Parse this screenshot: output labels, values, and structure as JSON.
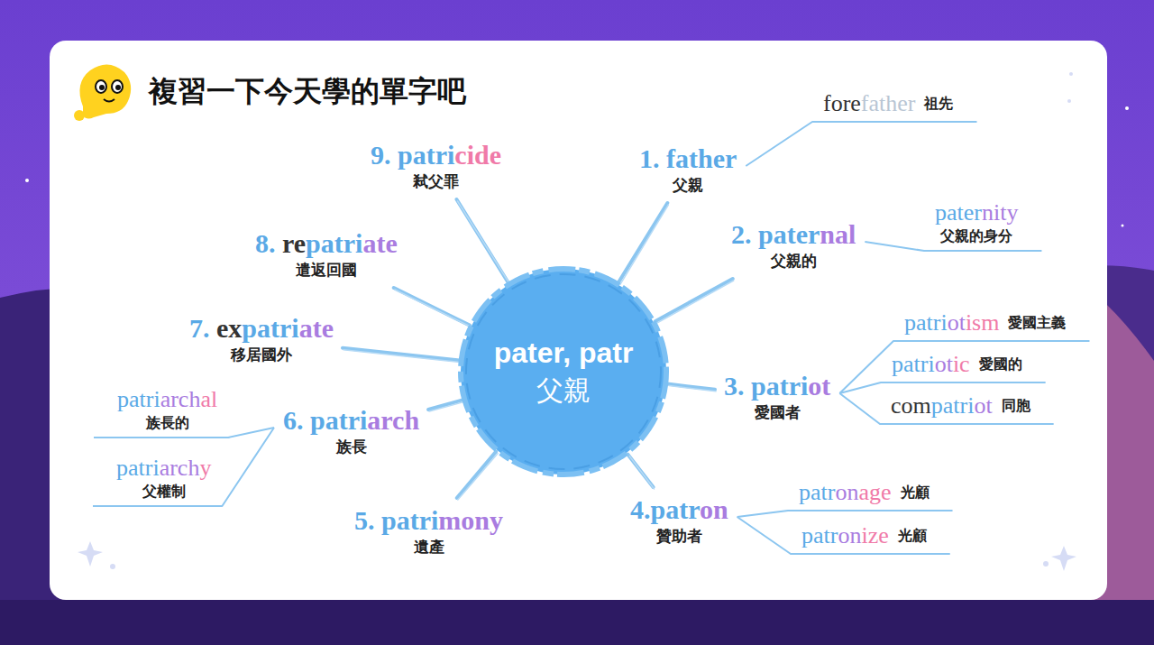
{
  "diagram": {
    "title": "複習一下今天學的單字吧",
    "nodes": [
      {
        "text": [
          "pater, patr",
          "父親"
        ]
      },
      {
        "text": [
          "1. father",
          "父親"
        ]
      },
      {
        "text": [
          "forefather",
          "祖先"
        ]
      },
      {
        "text": [
          "2. paternal",
          "父親的"
        ]
      },
      {
        "text": [
          "paternity",
          "父親的身分"
        ]
      },
      {
        "text": [
          "3. patriot",
          "愛國者"
        ]
      },
      {
        "text": [
          "patriotism",
          "愛國主義"
        ]
      },
      {
        "text": [
          "patriotic",
          "愛國的"
        ]
      },
      {
        "text": [
          "compatriot",
          "同胞"
        ]
      },
      {
        "text": [
          "4.patron",
          "贊助者"
        ]
      },
      {
        "text": [
          "patronage",
          "光顧"
        ]
      },
      {
        "text": [
          "patronize",
          "光顧"
        ]
      },
      {
        "text": [
          "5. patrimony",
          "遺產"
        ]
      },
      {
        "text": [
          "6. patriarch",
          "族長"
        ]
      },
      {
        "text": [
          "patriarchal",
          "族長的"
        ]
      },
      {
        "text": [
          "patriarchy",
          "父權制"
        ]
      },
      {
        "text": [
          "7. expatriate",
          "移居國外"
        ]
      },
      {
        "text": [
          "8. repatriate",
          "遣返回國"
        ]
      },
      {
        "text": [
          "9. patricide",
          "弒父罪"
        ]
      }
    ],
    "edges": [
      {
        "from": 0,
        "to": 1,
        "arrow": "none"
      },
      {
        "from": 0,
        "to": 3,
        "arrow": "none"
      },
      {
        "from": 0,
        "to": 5,
        "arrow": "none"
      },
      {
        "from": 0,
        "to": 9,
        "arrow": "none"
      },
      {
        "from": 0,
        "to": 12,
        "arrow": "none"
      },
      {
        "from": 0,
        "to": 13,
        "arrow": "none"
      },
      {
        "from": 0,
        "to": 16,
        "arrow": "none"
      },
      {
        "from": 0,
        "to": 17,
        "arrow": "none"
      },
      {
        "from": 0,
        "to": 18,
        "arrow": "none"
      },
      {
        "from": 1,
        "to": 2,
        "arrow": "none"
      },
      {
        "from": 3,
        "to": 4,
        "arrow": "none"
      },
      {
        "from": 5,
        "to": 6,
        "arrow": "none"
      },
      {
        "from": 5,
        "to": 7,
        "arrow": "none"
      },
      {
        "from": 5,
        "to": 8,
        "arrow": "none"
      },
      {
        "from": 9,
        "to": 10,
        "arrow": "none"
      },
      {
        "from": 9,
        "to": 11,
        "arrow": "none"
      },
      {
        "from": 13,
        "to": 14,
        "arrow": "none"
      },
      {
        "from": 13,
        "to": 15,
        "arrow": "none"
      }
    ]
  }
}
